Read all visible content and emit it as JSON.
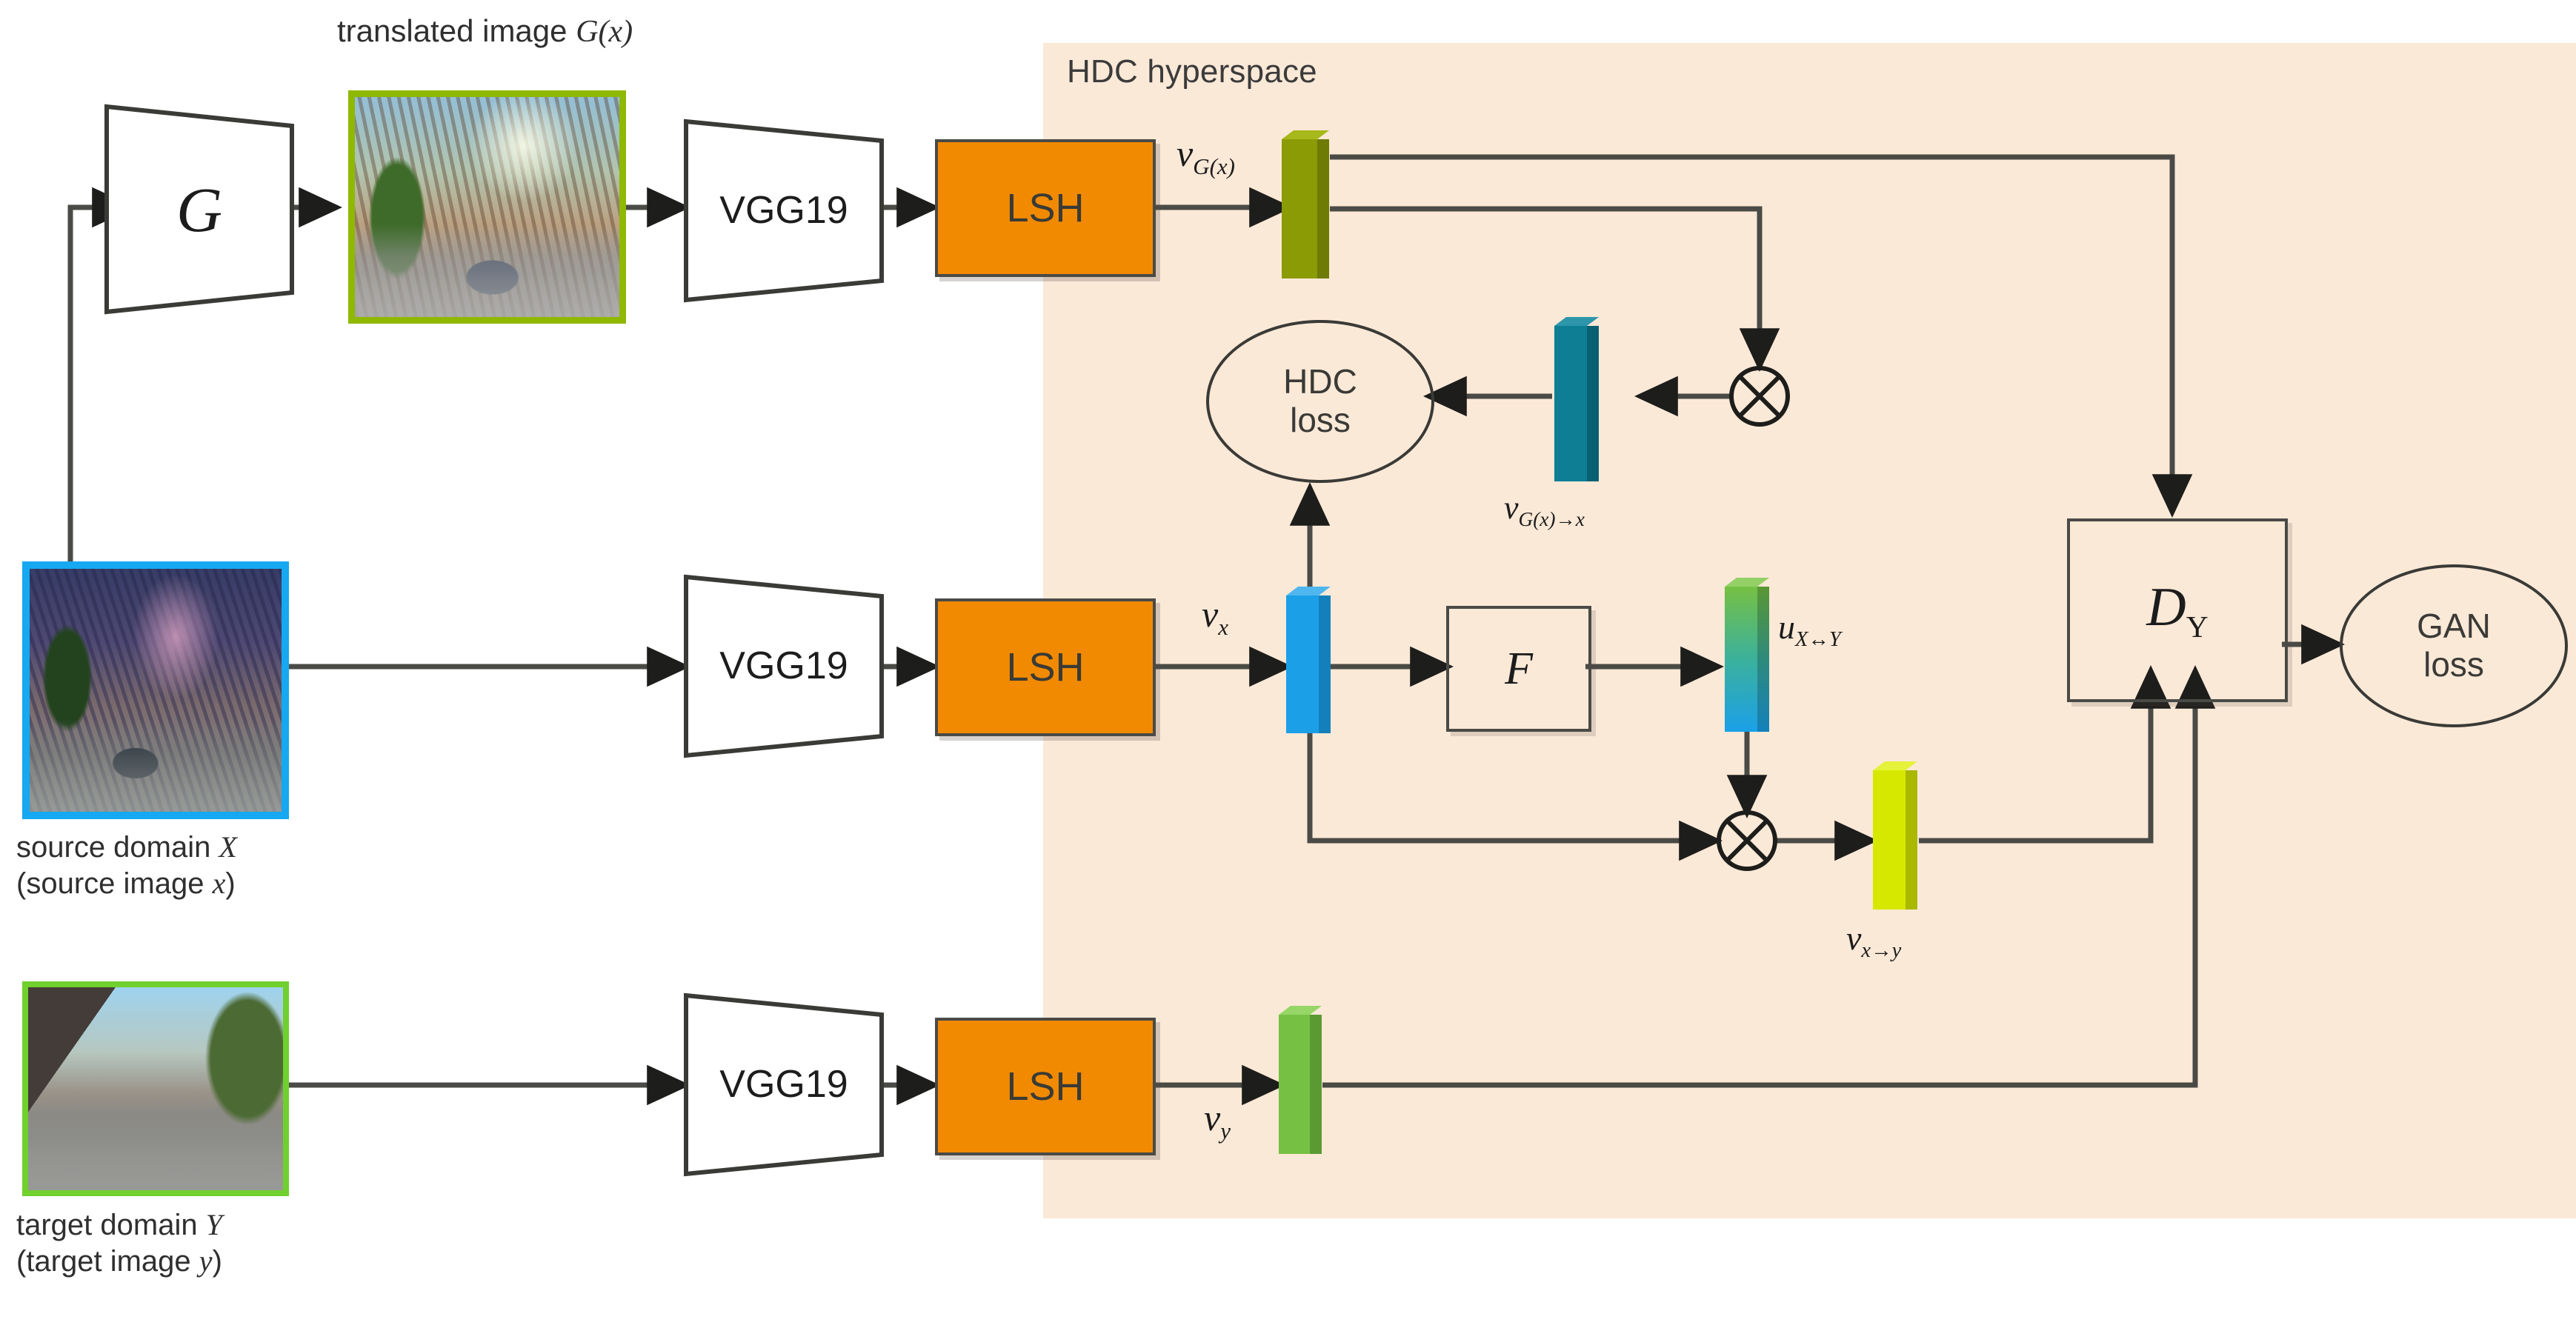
{
  "diagram": {
    "title_translated_image": "translated image",
    "title_translated_image_math": "G(x)",
    "hyperspace_label": "HDC hyperspace"
  },
  "blocks": {
    "generator": "G",
    "vgg_top": "VGG19",
    "vgg_mid": "VGG19",
    "vgg_bottom": "VGG19",
    "lsh_top": "LSH",
    "lsh_mid": "LSH",
    "lsh_bottom": "LSH",
    "binder_f": "F",
    "discriminator": "D",
    "discriminator_sub": "Y"
  },
  "losses": {
    "hdc_loss_line1": "HDC",
    "hdc_loss_line2": "loss",
    "gan_loss_line1": "GAN",
    "gan_loss_line2": "loss"
  },
  "vectors": {
    "v_gx": {
      "base": "v",
      "sub": "G(x)"
    },
    "v_gx_to_x": {
      "base": "v",
      "sub": "G(x)→x"
    },
    "v_x": {
      "base": "v",
      "sub": "x"
    },
    "u_xy": {
      "base": "u",
      "sub": "X↔Y"
    },
    "v_x_to_y": {
      "base": "v",
      "sub": "x→y"
    },
    "v_y": {
      "base": "v",
      "sub": "y"
    }
  },
  "captions": {
    "source_line1": "source domain",
    "source_line1_math": "X",
    "source_line2_pre": "(source image",
    "source_line2_math": "x",
    "source_line2_post": ")",
    "target_line1": "target domain",
    "target_line1_math": "Y",
    "target_line2_pre": "(target image",
    "target_line2_math": "y",
    "target_line2_post": ")"
  },
  "operators": {
    "bind_top": "⊗",
    "bind_bottom": "⊗"
  },
  "colors": {
    "hyperspace_bg": "#fbe9d7",
    "lsh_orange": "#f18a00",
    "bar_olive": "#8b9b06",
    "bar_teal": "#0e7e95",
    "bar_blue": "#1ba0e8",
    "bar_green": "#76c043",
    "bar_yellow": "#d6e800",
    "gradient_top": "#76c043",
    "gradient_bottom": "#1ba0e8",
    "stroke": "#3a3a36",
    "photo_border_translated": "#8fb800",
    "photo_border_source": "#16a8f0",
    "photo_border_target": "#6fd02e"
  },
  "image_tiles": {
    "translated": "road-with-bare-trees-daytime",
    "source": "road-with-bare-trees-night",
    "target": "campus-street-daytime"
  }
}
